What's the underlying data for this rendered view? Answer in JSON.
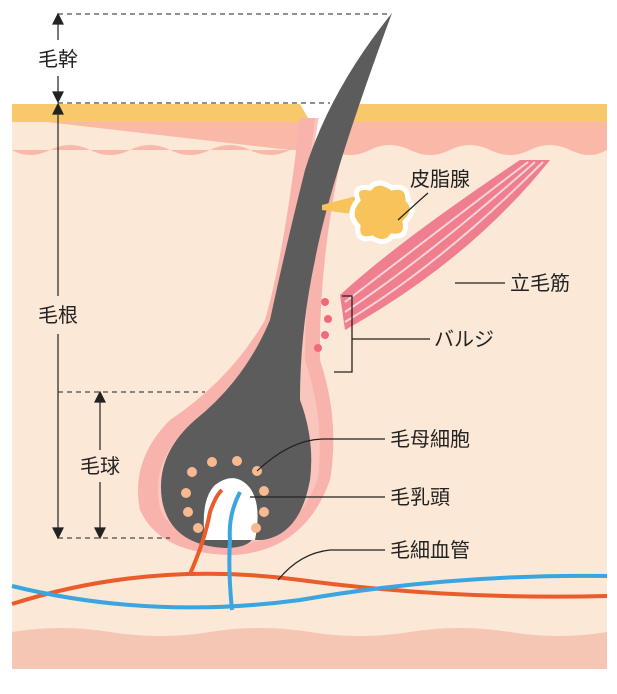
{
  "labels": {
    "hair_shaft": "毛幹",
    "hair_root": "毛根",
    "hair_bulb": "毛球",
    "sebaceous_gland": "皮脂腺",
    "arrector_pili": "立毛筋",
    "bulge": "バルジ",
    "matrix_cells": "毛母細胞",
    "dermal_papilla": "毛乳頭",
    "capillaries": "毛細血管"
  },
  "colors": {
    "epidermis_top": "#f7c96b",
    "upper_skin": "#f9b8a8",
    "dermis": "#fbe8d6",
    "bottom_layer": "#f6c6b4",
    "hair": "#5c5c5c",
    "follicle_sheath": "#f8b3ad",
    "sebaceous": "#f8c35a",
    "muscle": "#ef7f8e",
    "matrix_dots": "#f7b98f",
    "bulge_dots": "#f06a7a",
    "artery": "#ec5b2b",
    "vein": "#39a6e0",
    "line": "#222222"
  }
}
